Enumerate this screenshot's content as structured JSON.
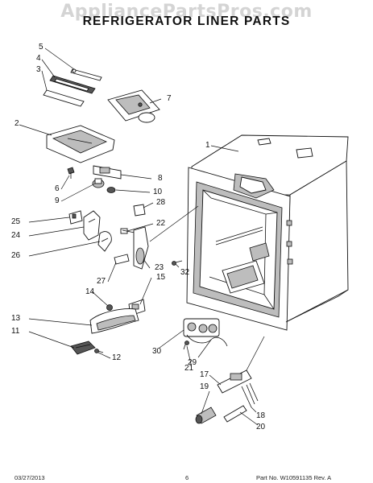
{
  "watermark": "AppliancePartsPros.com",
  "title": "REFRIGERATOR LINER PARTS",
  "callouts": {
    "c1": "1",
    "c2": "2",
    "c3": "3",
    "c4": "4",
    "c5": "5",
    "c6": "6",
    "c7": "7",
    "c8": "8",
    "c9": "9",
    "c10": "10",
    "c11": "11",
    "c12": "12",
    "c13": "13",
    "c14": "14",
    "c15": "15",
    "c17": "17",
    "c18": "18",
    "c19": "19",
    "c20": "20",
    "c21": "21",
    "c22": "22",
    "c23": "23",
    "c24": "24",
    "c25": "25",
    "c26": "26",
    "c27": "27",
    "c28": "28",
    "c29": "29",
    "c30": "30",
    "c32": "32"
  },
  "footer": {
    "date": "03/27/2013",
    "page": "6",
    "part_no": "Part No.  W10591135  Rev.  A"
  }
}
